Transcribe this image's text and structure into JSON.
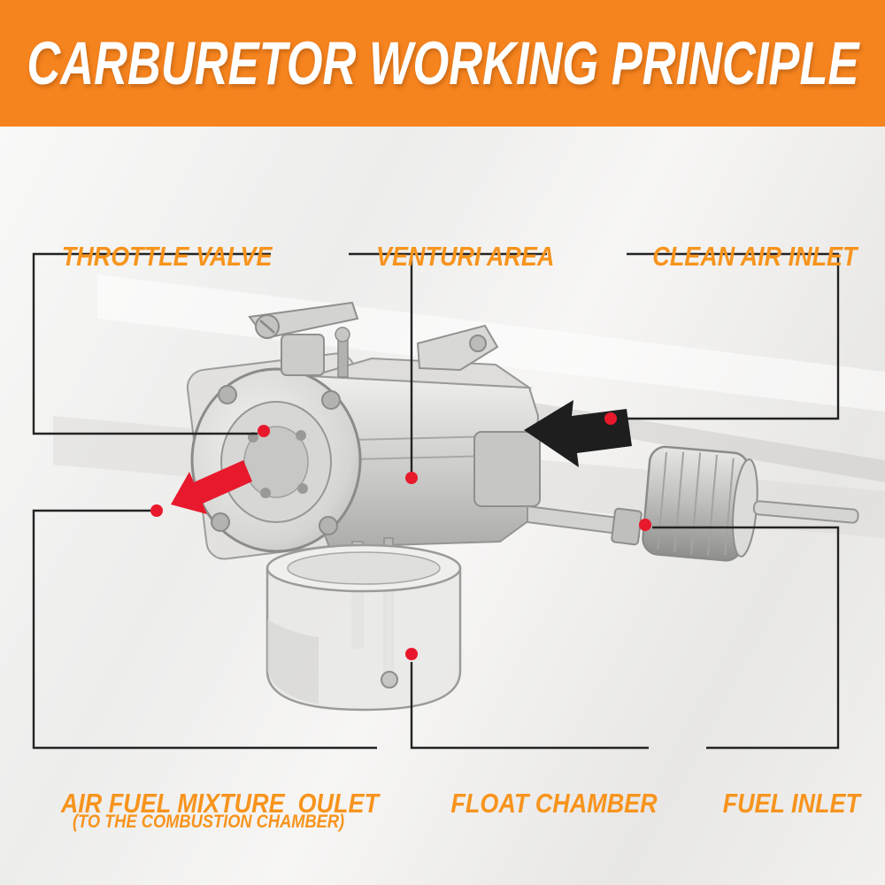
{
  "title": "CARBURETOR WORKING PRINCIPLE",
  "labels": {
    "throttle_valve": "THROTTLE VALVE",
    "venturi_area": "VENTURI AREA",
    "clean_air_inlet": "CLEAN AIR INLET",
    "air_fuel_mixture_outlet": "AIR FUEL MIXTURE  OULET",
    "air_fuel_mixture_outlet_sub": "(TO THE COMBUSTION CHAMBER)",
    "float_chamber": "FLOAT CHAMBER",
    "fuel_inlet": "FUEL INLET"
  },
  "icons": {
    "mixture_out_arrow": "left-pointing red arrow (air-fuel mixture outlet flow)",
    "air_in_arrow": "left-pointing black arrow (clean air inlet flow)",
    "pointer_dot": "red callout dot"
  },
  "colors": {
    "banner_orange": "#F5831E",
    "label_orange": "#F7941D",
    "arrow_red": "#E8192C",
    "arrow_black": "#1E1E1E",
    "leader_line": "#232323"
  }
}
